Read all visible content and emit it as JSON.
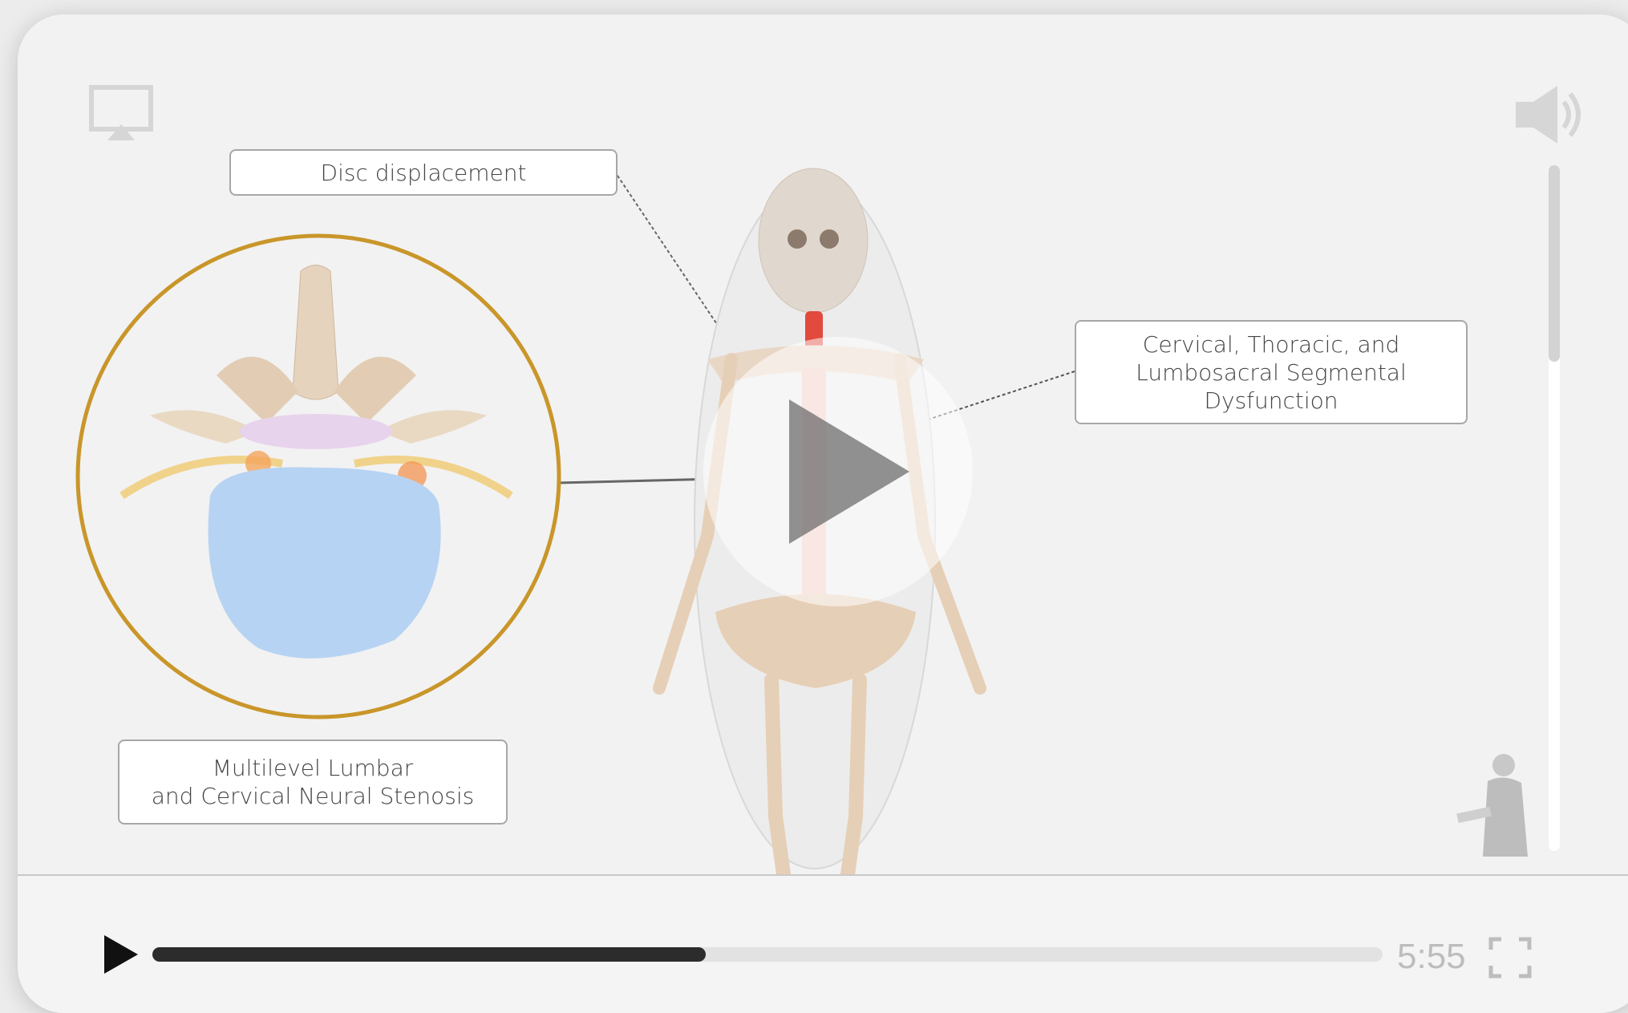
{
  "labels": {
    "disc": "Disc displacement",
    "cervical": "Cervical, Thoracic, and\nLumbosacral Segmental\nDysfunction",
    "multilevel": "Multilevel Lumbar\nand Cervical Neural Stenosis"
  },
  "controls": {
    "time": "5:55",
    "progress": 0.45
  },
  "icons": {
    "airplay": "airplay-icon",
    "volume": "volume-icon",
    "play": "play-icon",
    "fullscreen": "fullscreen-icon"
  },
  "colors": {
    "accent": "#2c2c2c",
    "ring": "#c9962a",
    "spine_highlight": "#e14a3d",
    "disc": "#b7d3f3"
  }
}
